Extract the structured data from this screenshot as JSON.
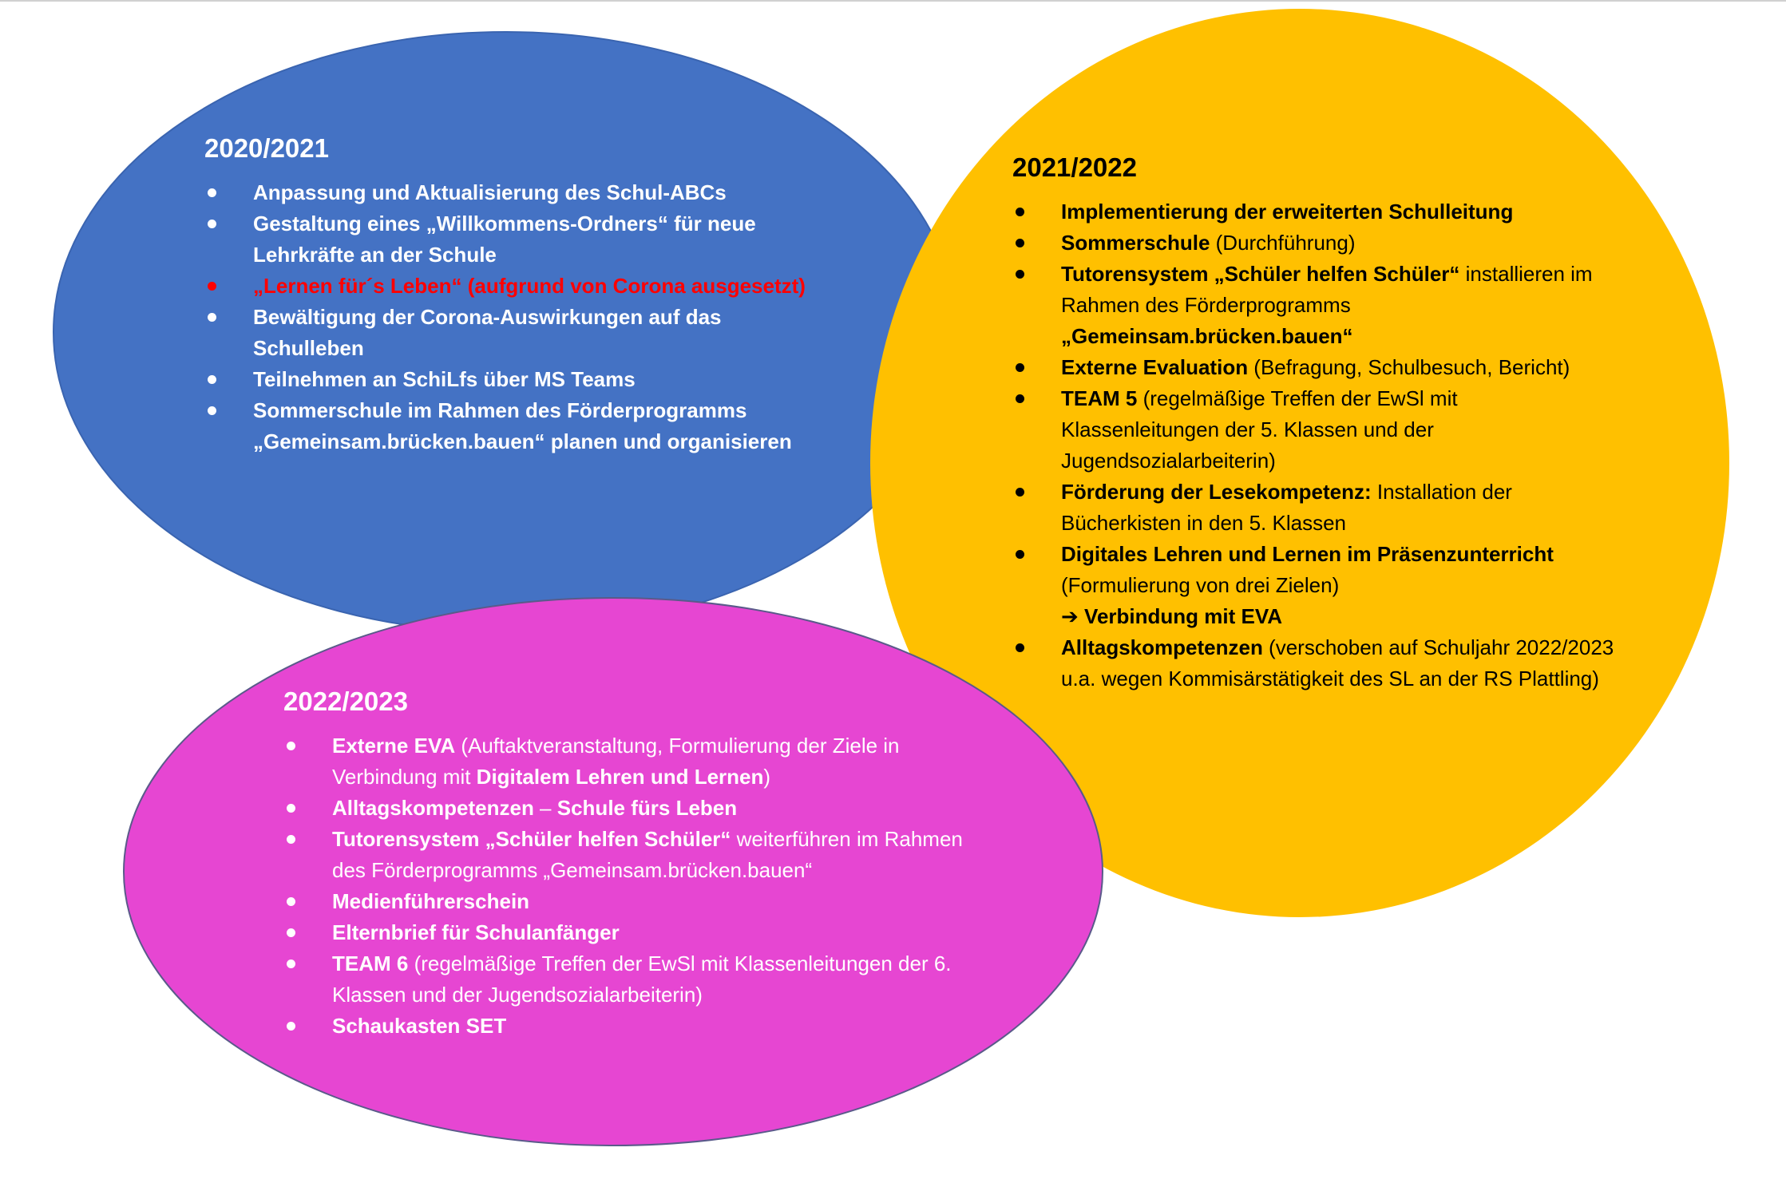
{
  "colors": {
    "blue_ellipse": "#4472c4",
    "yellow_ellipse": "#ffc000",
    "pink_ellipse": "#e646d2",
    "red_text": "#ff0000"
  },
  "blue": {
    "title": "2020/2021",
    "items": [
      {
        "text": "Anpassung und Aktualisierung des Schul-ABCs"
      },
      {
        "text": "Gestaltung eines „Willkommens-Ordners“ für neue Lehrkräfte an der Schule"
      },
      {
        "text": "„Lernen für´s Leben“ (aufgrund von Corona ausgesetzt)"
      },
      {
        "text": "Bewältigung der Corona-Auswirkungen auf das Schulleben"
      },
      {
        "text": "Teilnehmen an SchiLfs über MS Teams"
      },
      {
        "text": "Sommerschule im Rahmen des Förderprogramms „Gemeinsam.brücken.bauen“ planen und organisieren"
      }
    ]
  },
  "yellow": {
    "title": "2021/2022",
    "items": [
      {
        "bold": "Implementierung der erweiterten Schulleitung",
        "normal": ""
      },
      {
        "bold": "Sommerschule",
        "normal": " (Durchführung)"
      },
      {
        "bold": "Tutorensystem „Schüler helfen Schüler“",
        "normal": " installieren im Rahmen des Förderprogramms ",
        "bold2": "„Gemeinsam.brücken.bauen“"
      },
      {
        "bold": "Externe Evaluation",
        "normal": " (Befragung, Schulbesuch, Bericht)"
      },
      {
        "bold": "TEAM 5",
        "normal": " (regelmäßige Treffen der EwSl mit Klassenleitungen der 5. Klassen und der Jugendsozialarbeiterin)"
      },
      {
        "bold": "Förderung der Lesekompetenz:",
        "normal": " Installation der Bücherkisten in den 5. Klassen"
      },
      {
        "bold": "Digitales Lehren und Lernen im Präsenzunterricht",
        "normal": " (Formulierung von drei Zielen)",
        "arrow": "➔",
        "arrow_text": "Verbindung mit EVA"
      },
      {
        "bold": "Alltagskompetenzen",
        "normal": " (verschoben auf Schuljahr 2022/2023 u.a. wegen Kommisärstätigkeit des SL an der RS Plattling)"
      }
    ]
  },
  "pink": {
    "title": "2022/2023",
    "items": [
      {
        "bold": "Externe EVA",
        "normal": " (Auftaktveranstaltung, Formulierung der Ziele in Verbindung mit ",
        "bold2": "Digitalem Lehren und Lernen",
        "normal2": ")"
      },
      {
        "bold": "Alltagskompetenzen",
        "normal": " – ",
        "bold2": "Schule fürs Leben"
      },
      {
        "bold": "Tutorensystem „Schüler helfen Schüler“",
        "normal": " weiterführen im Rahmen des Förderprogramms „Gemeinsam.brücken.bauen“"
      },
      {
        "bold": "Medienführerschein",
        "normal": ""
      },
      {
        "bold": "Elternbrief für Schulanfänger",
        "normal": ""
      },
      {
        "bold": "TEAM 6",
        "normal": " (regelmäßige Treffen der EwSl mit Klassenleitungen der 6. Klassen und der Jugendsozialarbeiterin)"
      },
      {
        "bold": "Schaukasten SET",
        "normal": ""
      }
    ]
  }
}
